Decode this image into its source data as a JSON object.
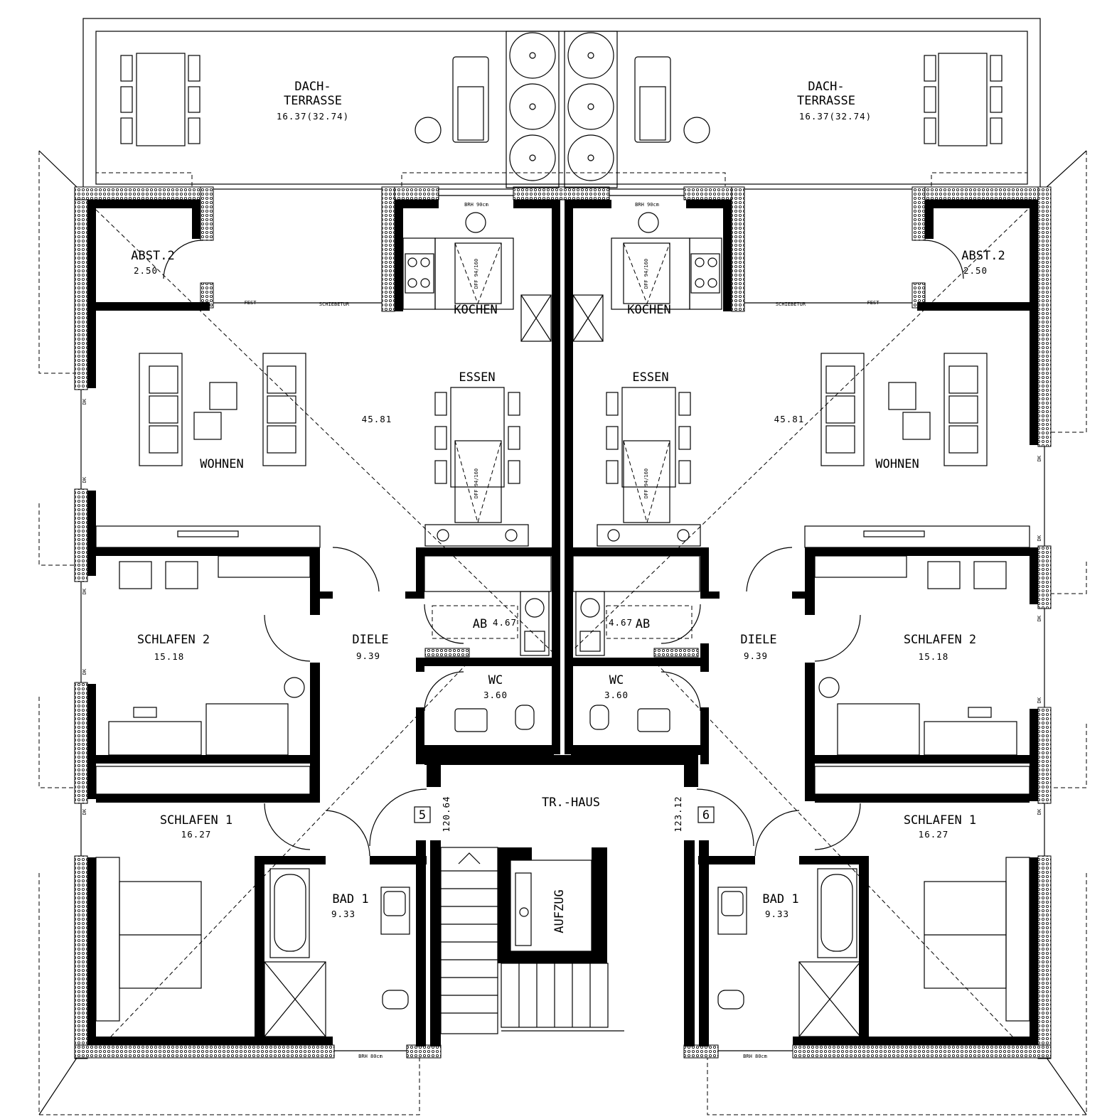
{
  "labels": {
    "terrace": "DACH-\nTERRASSE",
    "terrace_area": "16.37(32.74)",
    "abst": "ABST.2",
    "abst_area": "2.50",
    "kochen": "KOCHEN",
    "essen": "ESSEN",
    "wohnen": "WOHNEN",
    "living_area": "45.81",
    "schlafen2": "SCHLAFEN 2",
    "schlafen2_area": "15.18",
    "diele": "DIELE",
    "diele_area": "9.39",
    "ab": "AB",
    "ab_area": "4.67",
    "wc": "WC",
    "wc_area": "3.60",
    "schlafen1": "SCHLAFEN 1",
    "schlafen1_area": "16.27",
    "bad1": "BAD 1",
    "bad1_area": "9.33",
    "trhaus": "TR.-HAUS",
    "aufzug": "AUFZUG",
    "unit_left": "5",
    "unit_right": "6",
    "left_total": "120.64",
    "right_total": "123.12",
    "brh90": "BRH 90cm",
    "brh80": "BRH 80cm",
    "dff": "DFF 94/160",
    "fest": "FEST",
    "schiebetur": "SCHIEBETUR",
    "dk": "DK"
  }
}
